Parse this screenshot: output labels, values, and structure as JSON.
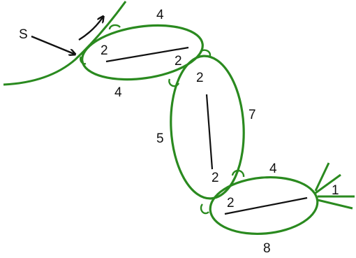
{
  "colors": {
    "thread": "#2a8a1f",
    "ink": "#111111",
    "background": "#ffffff"
  },
  "labels": {
    "start": "S",
    "ring1_top": "4",
    "ring1_left": "2",
    "ring1_right": "2",
    "ring1_bottom": "4",
    "ring2_top": "2",
    "ring2_left": "5",
    "ring2_right": "7",
    "ring2_bottom": "2",
    "ring3_top": "4",
    "ring3_left": "2",
    "ring3_right": "1",
    "ring3_bottom": "8"
  }
}
